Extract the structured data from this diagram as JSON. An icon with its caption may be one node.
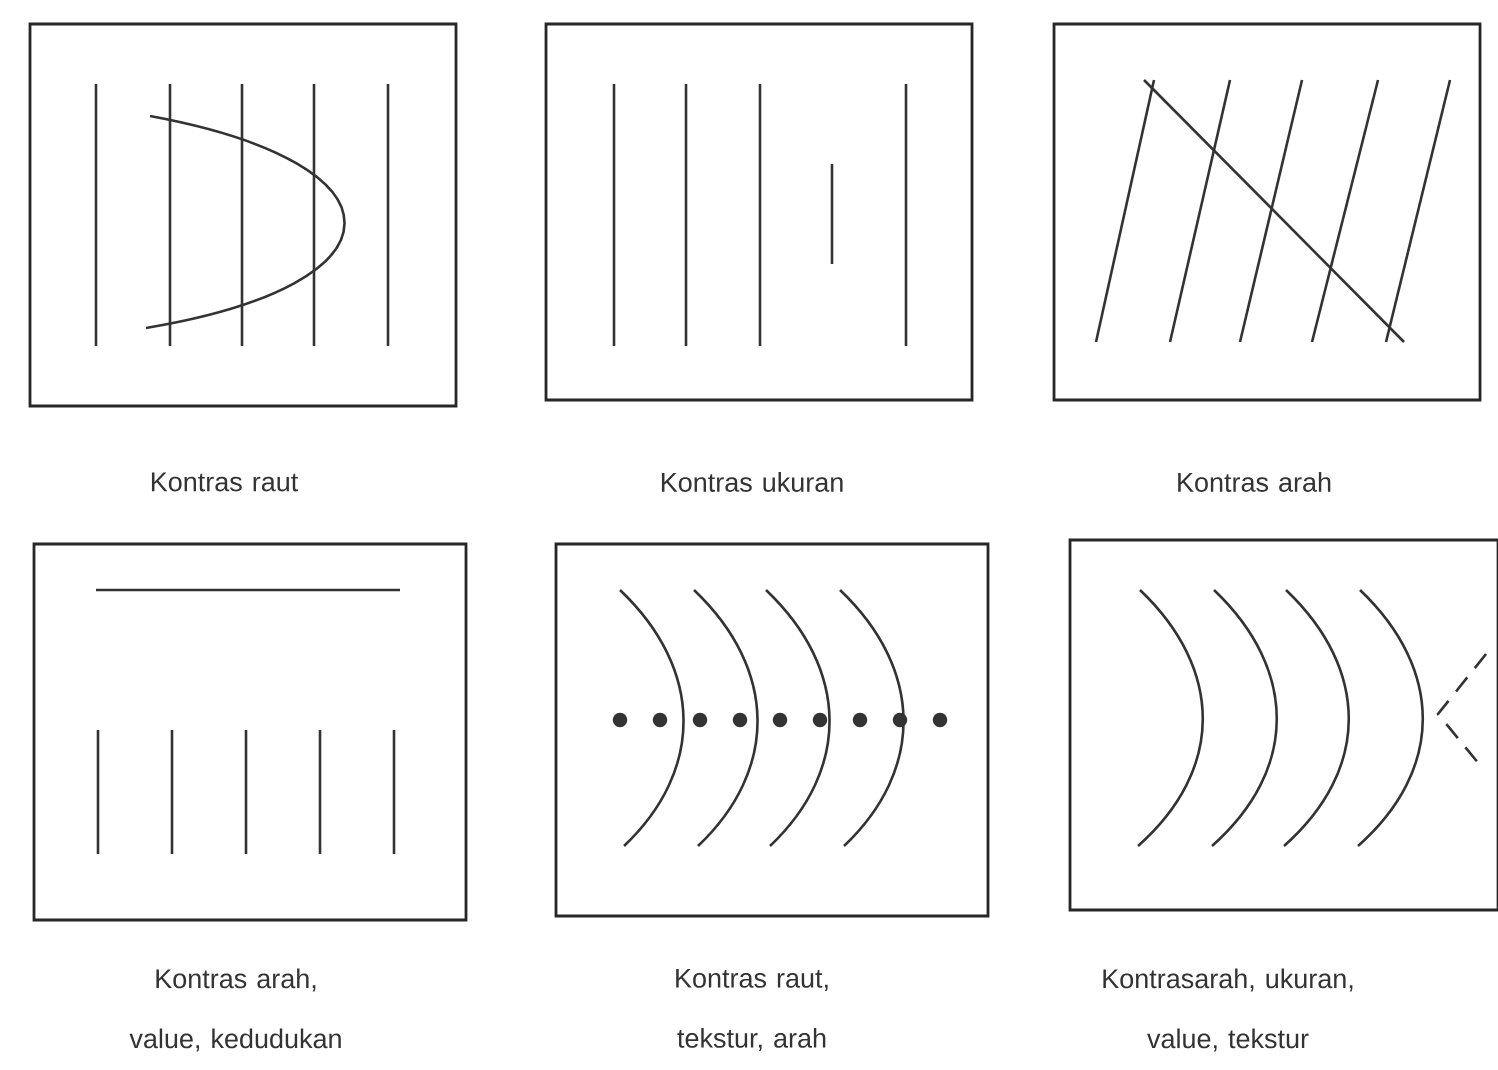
{
  "diagram": {
    "nodes": [
      {
        "text": [
          "Kontras raut"
        ]
      },
      {
        "text": [
          "Kontras ukuran"
        ]
      },
      {
        "text": [
          "Kontras arah"
        ]
      },
      {
        "text": [
          "Kontras arah, value, kedudukan"
        ]
      },
      {
        "text": [
          "Kontras raut, tekstur, arah"
        ]
      },
      {
        "text": [
          "Kontrasarah, ukuran, value, tekstur"
        ]
      }
    ]
  }
}
